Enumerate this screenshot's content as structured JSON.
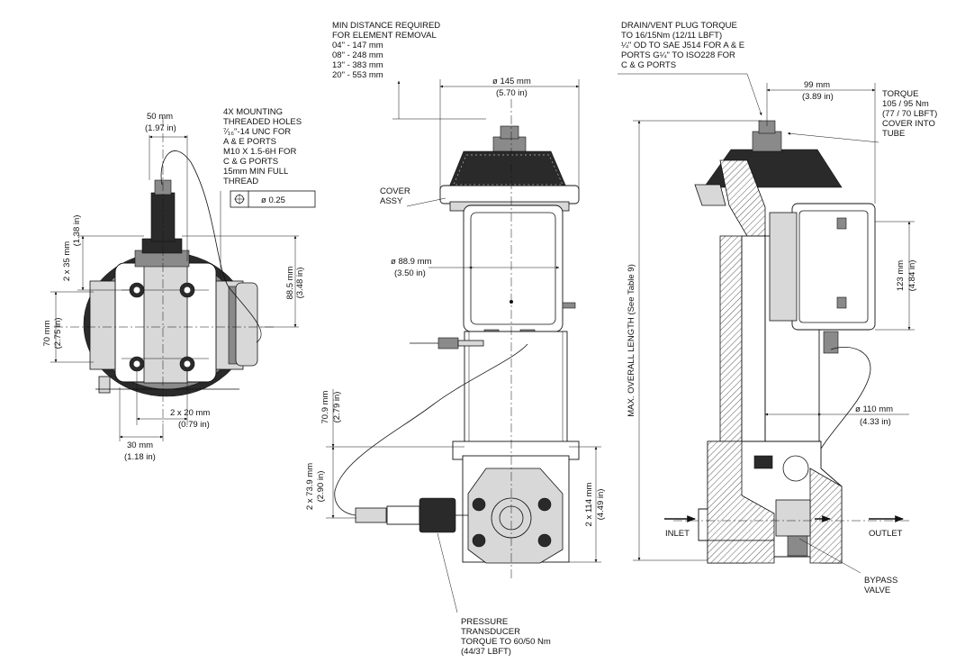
{
  "left_view": {
    "dim_width_top": "50 mm",
    "dim_width_top_in": "(1.97 in)",
    "mounting_note": [
      "4X MOUNTING",
      "THREADED HOLES",
      "⁷⁄₁₆\"-14 UNC FOR",
      "A & E PORTS",
      "M10 X 1.5-6H FOR",
      "C & G PORTS",
      "15mm MIN FULL",
      "THREAD"
    ],
    "tolerance_value": "ø 0.25",
    "dim_2x35": "2 x 35 mm",
    "dim_2x35_in": "(1.38 in)",
    "dim_88_5": "88.5 mm",
    "dim_88_5_in": "(3.48 in)",
    "dim_70": "70 mm",
    "dim_70_in": "(2.75 in)",
    "dim_2x20": "2 x 20 mm",
    "dim_2x20_in": "(0.79 in)",
    "dim_30": "30 mm",
    "dim_30_in": "(1.18 in)"
  },
  "center_view": {
    "min_distance_note": [
      "MIN DISTANCE REQUIRED",
      "FOR ELEMENT REMOVAL",
      "04\" - 147 mm",
      "08\" - 248 mm",
      "13\" - 383 mm",
      "20\" - 553 mm"
    ],
    "dim_145": "ø 145 mm",
    "dim_145_in": "(5.70 in)",
    "cover_label": [
      "COVER",
      "ASSY"
    ],
    "dim_88_9": "ø 88.9 mm",
    "dim_88_9_in": "(3.50 in)",
    "dim_70_9": "70.9 mm",
    "dim_70_9_in": "(2.79 in)",
    "dim_2x73_9": "2 x 73.9 mm",
    "dim_2x73_9_in": "(2.90 in)",
    "dim_2x114": "2 x 114 mm",
    "dim_2x114_in": "(4.49 in)",
    "transducer_note": [
      "PRESSURE",
      "TRANSDUCER",
      "TORQUE TO 60/50 Nm",
      "(44/37 LBFT)"
    ]
  },
  "right_view": {
    "drain_note": [
      "DRAIN/VENT PLUG TORQUE",
      "TO 16/15Nm (12/11 LBFT)",
      "¼\" OD TO SAE J514 FOR A & E",
      "PORTS G¼\" TO ISO228 FOR",
      "C & G PORTS"
    ],
    "dim_99": "99 mm",
    "dim_99_in": "(3.89 in)",
    "torque_note": [
      "TORQUE",
      "105 / 95 Nm",
      "(77 / 70 LBFT)",
      "COVER INTO",
      "TUBE"
    ],
    "dim_123": "123 mm",
    "dim_123_in": "(4.84 in)",
    "overall_length": "MAX. OVERALL LENGTH (See Table 9)",
    "dim_110": "ø 110 mm",
    "dim_110_in": "(4.33 in)",
    "inlet_label": "INLET",
    "outlet_label": "OUTLET",
    "bypass_label": [
      "BYPASS",
      "VALVE"
    ]
  }
}
